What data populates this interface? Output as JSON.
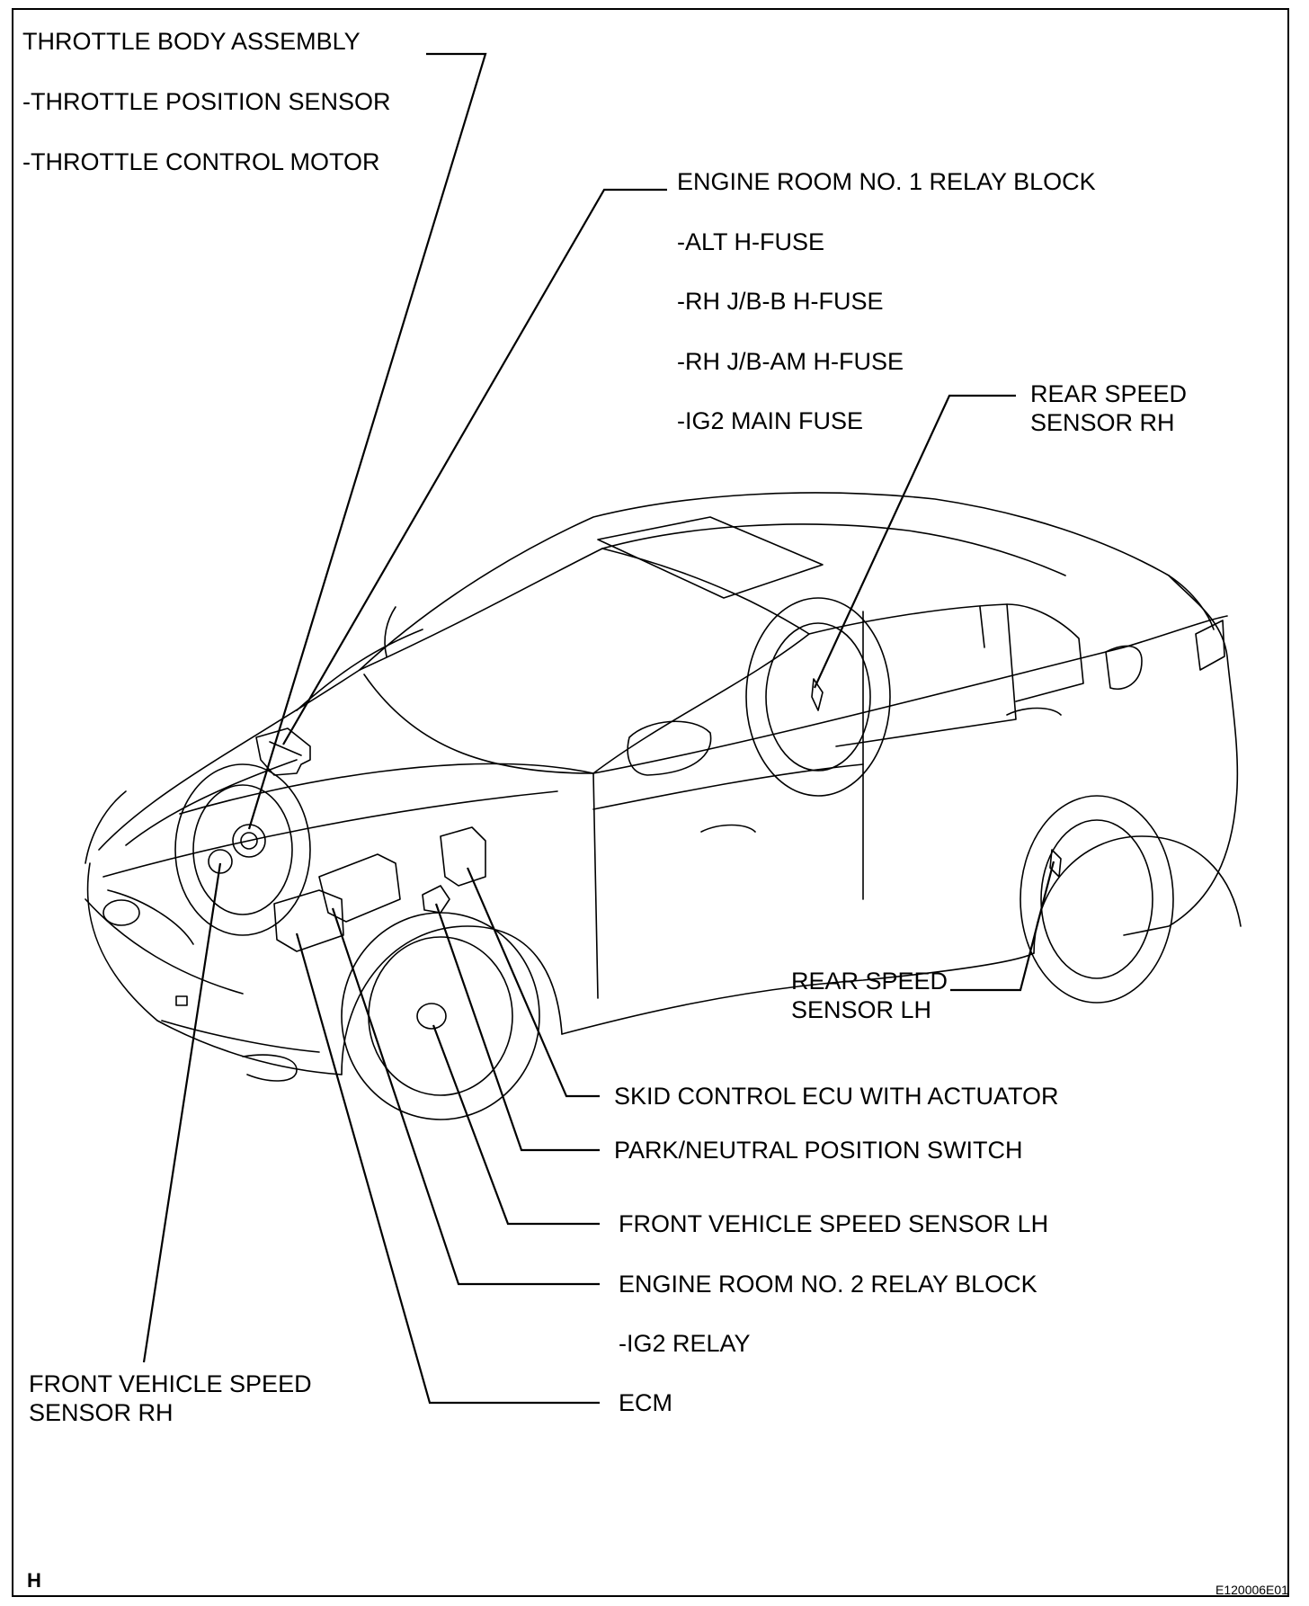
{
  "figure": {
    "corner_mark": "H",
    "figure_id": "E120006E01"
  },
  "labels": {
    "throttle_body": {
      "title": "THROTTLE BODY ASSEMBLY",
      "items": [
        "-THROTTLE POSITION SENSOR",
        "-THROTTLE CONTROL MOTOR"
      ]
    },
    "engine_room_no1": {
      "title": "ENGINE ROOM NO. 1 RELAY BLOCK",
      "items": [
        "-ALT H-FUSE",
        "-RH J/B-B H-FUSE",
        "-RH J/B-AM H-FUSE",
        "-IG2 MAIN FUSE"
      ]
    },
    "rear_speed_rh": "REAR SPEED\nSENSOR RH",
    "rear_speed_lh": "REAR SPEED\nSENSOR LH",
    "skid_control": "SKID CONTROL ECU WITH ACTUATOR",
    "park_neutral": "PARK/NEUTRAL POSITION SWITCH",
    "front_speed_lh": "FRONT VEHICLE SPEED SENSOR LH",
    "engine_room_no2": {
      "title": "ENGINE ROOM NO. 2 RELAY BLOCK",
      "items": [
        "-IG2 RELAY"
      ]
    },
    "ecm": "ECM",
    "front_speed_rh": "FRONT VEHICLE SPEED\nSENSOR RH"
  }
}
